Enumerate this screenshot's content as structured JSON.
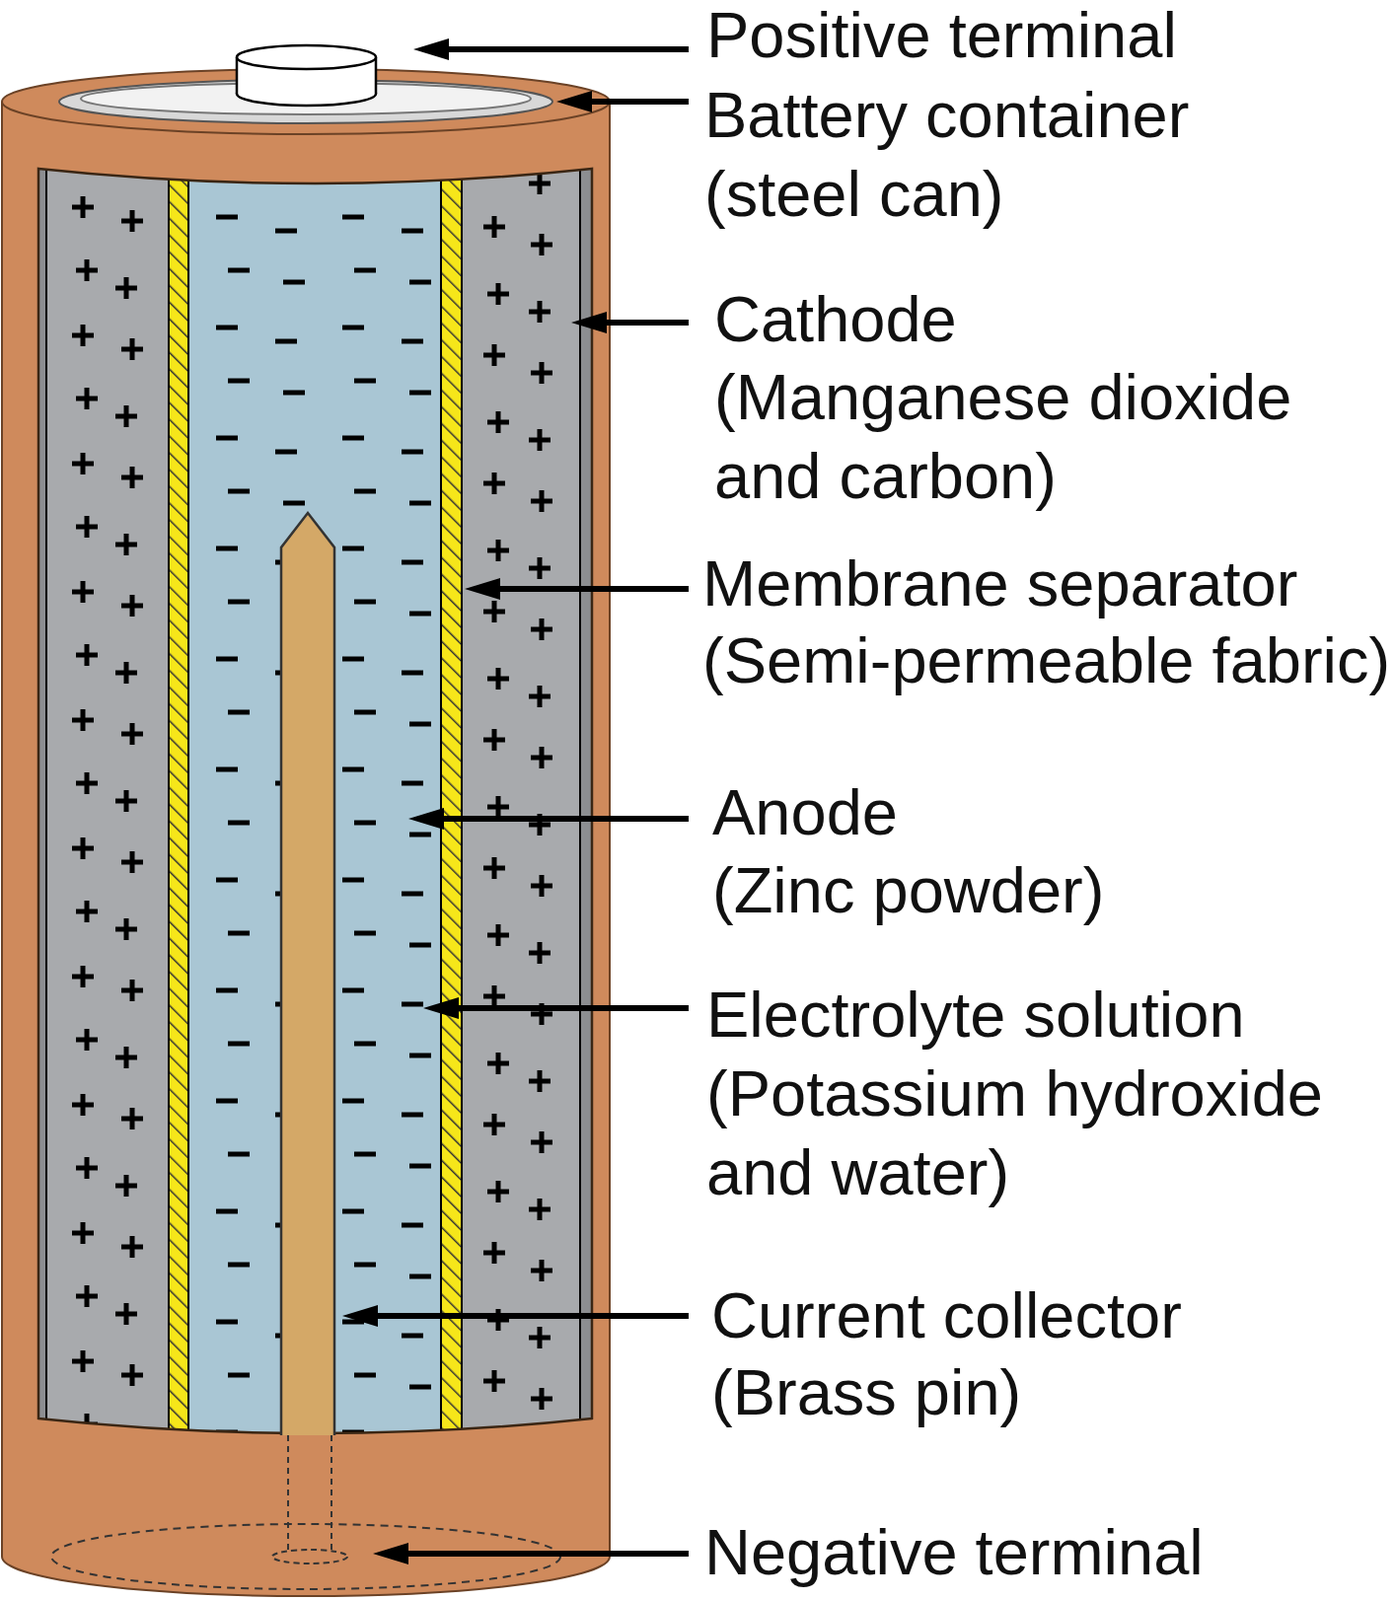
{
  "diagram": {
    "labels": [
      "Positive terminal",
      "Battery container",
      "(steel can)",
      "Cathode",
      "(Manganese dioxide and carbon)",
      "Membrane separator",
      "(Semi-permeable fabric)",
      "Anode",
      "(Zinc powder)",
      "Electrolyte solution",
      "(Potassium hydroxide and water)",
      "Current collector",
      "(Brass pin)",
      "Negative terminal"
    ]
  }
}
